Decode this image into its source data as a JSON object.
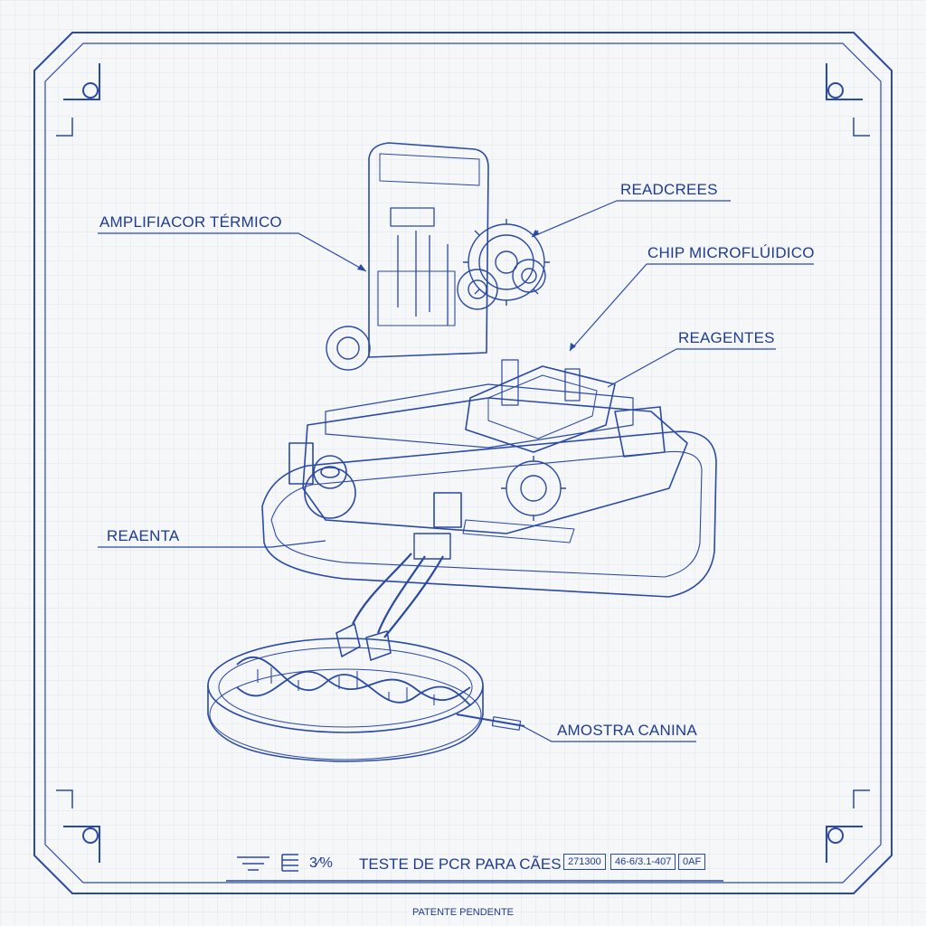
{
  "callouts": {
    "amplificador": "AMPLIFIACOR TÉRMICO",
    "readcrees": "READCREES",
    "chip": "CHIP MICROFLÚIDICO",
    "reagentes": "REAGENTES",
    "reaenta": "REAENTA",
    "amostra": "AMOSTRA CANINA"
  },
  "title_block": {
    "scale": "3⁄%",
    "title": "TESTE DE PCR PARA CÃES",
    "code1": "271300",
    "code2": "46-6/3.1-407",
    "code3": "0AF"
  },
  "footer": "PATENTE PENDENTE",
  "colors": {
    "ink": "#1f3d8f",
    "paper": "#f6f7f9",
    "grid": "#dfe3ec"
  }
}
